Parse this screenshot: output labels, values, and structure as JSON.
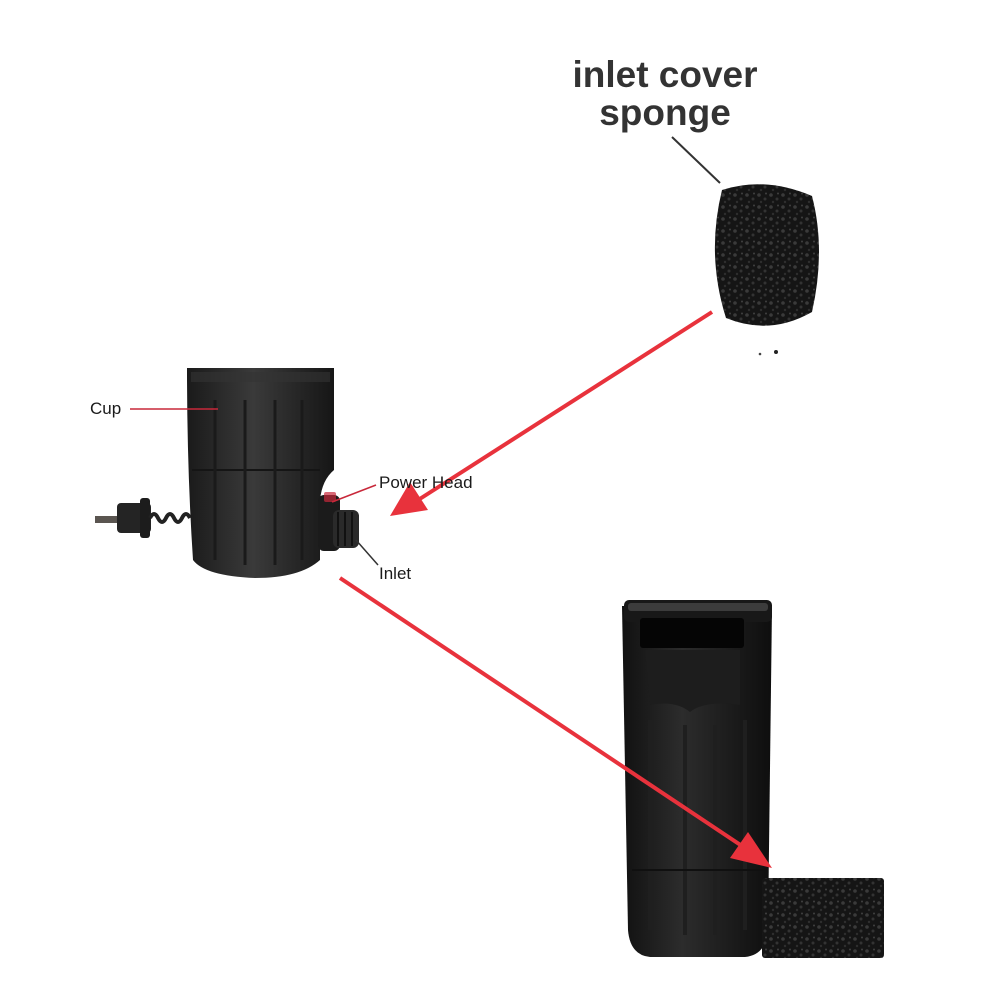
{
  "labels": {
    "sponge": [
      "inlet cover",
      "sponge"
    ],
    "cup": "Cup",
    "power_head": "Power Head",
    "inlet": "Inlet"
  },
  "colors": {
    "arrow": "#e8323c",
    "leader_red": "#c8283a",
    "leader_dark": "#333333",
    "body": "#262626",
    "sponge": "#141414"
  }
}
